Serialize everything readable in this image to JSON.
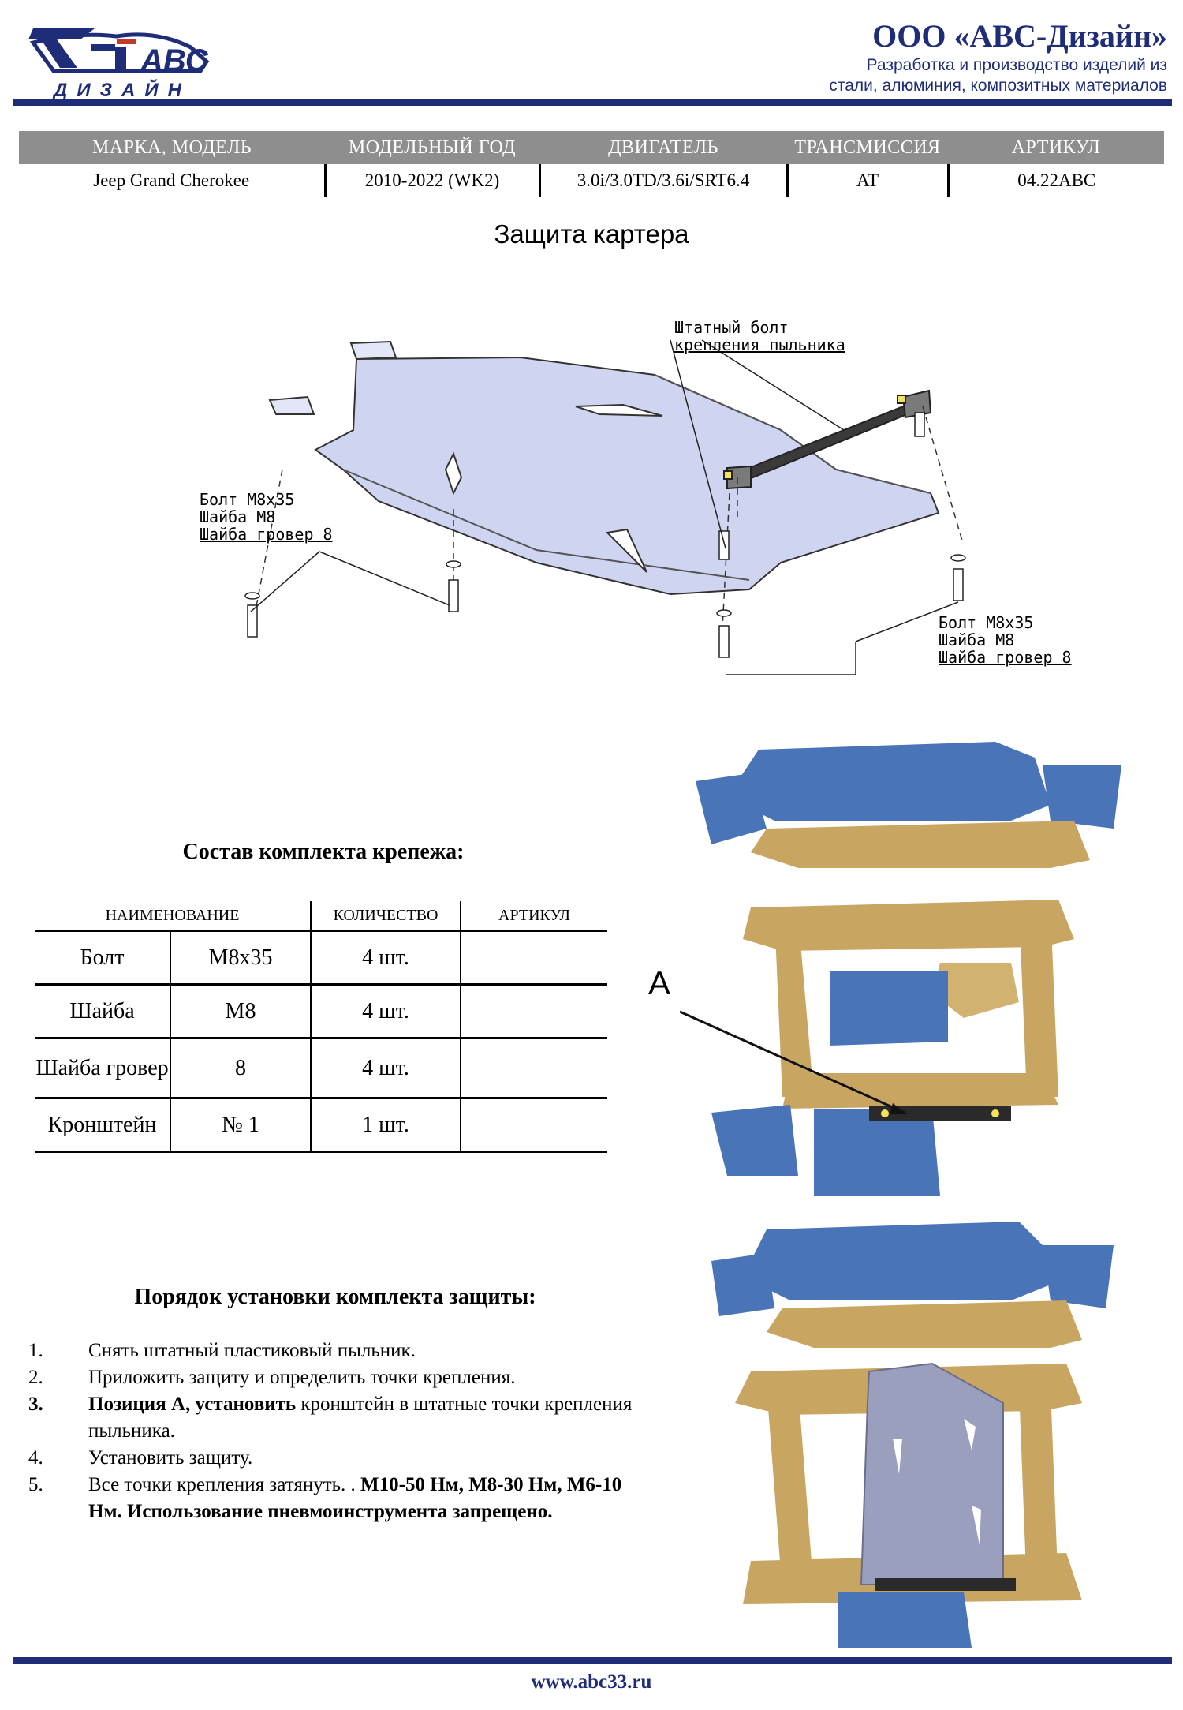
{
  "header": {
    "logo_text": "АВС",
    "logo_subtext": "ДИЗАЙН",
    "company_name": "ООО «АВС-Дизайн»",
    "tagline_line1": "Разработка и производство изделий из",
    "tagline_line2": "стали, алюминия, композитных материалов"
  },
  "vehicle_table": {
    "headers": [
      "МАРКА, МОДЕЛЬ",
      "МОДЕЛЬНЫЙ ГОД",
      "ДВИГАТЕЛЬ",
      "ТРАНСМИССИЯ",
      "АРТИКУЛ"
    ],
    "row": [
      "Jeep Grand Cherokee",
      "2010-2022 (WK2)",
      "3.0i/3.0TD/3.6i/SRT6.4",
      "AT",
      "04.22ABC"
    ]
  },
  "title": "Защита картера",
  "diagram": {
    "callout_top_line1": "Штатный болт",
    "callout_top_line2": "крепления пыльника",
    "callout_left_line1": "Болт М8х35",
    "callout_left_line2": "Шайба М8",
    "callout_left_line3": "Шайба гровер 8",
    "callout_right_line1": "Болт М8х35",
    "callout_right_line2": "Шайба М8",
    "callout_right_line3": "Шайба гровер 8"
  },
  "scan_label": "A",
  "kit": {
    "heading": "Состав комплекта крепежа:",
    "headers": [
      "НАИМЕНОВАНИЕ",
      "КОЛИЧЕСТВО",
      "АРТИКУЛ"
    ],
    "rows": [
      {
        "name": "Болт",
        "size": "М8х35",
        "qty": "4 шт.",
        "article": ""
      },
      {
        "name": "Шайба",
        "size": "М8",
        "qty": "4 шт.",
        "article": ""
      },
      {
        "name": "Шайба гровер",
        "size": "8",
        "qty": "4 шт.",
        "article": ""
      },
      {
        "name": "Кронштейн",
        "size": "№ 1",
        "qty": "1 шт.",
        "article": ""
      }
    ]
  },
  "procedure": {
    "heading": "Порядок установки комплекта защиты:",
    "steps": [
      {
        "num": "1.",
        "text": "Снять штатный пластиковый пыльник."
      },
      {
        "num": "2.",
        "text": "Приложить защиту и определить точки крепления."
      },
      {
        "num": "3.",
        "bold": "Позиция А, установить",
        "text": " кронштейн в штатные точки крепления пыльника."
      },
      {
        "num": "4.",
        "text": "Установить защиту."
      },
      {
        "num": "5.",
        "text": "Все точки крепления затянуть. . ",
        "bold": "М10-50 Нм, М8-30 Нм, М6-10 Нм. Использование пневмоинструмента запрещено."
      }
    ]
  },
  "footer": {
    "url": "www.abc33.ru"
  },
  "colors": {
    "brand": "#1f2d78",
    "plate": "#cfd4f0",
    "frame_gold": "#c9a562",
    "frame_blue": "#4a74b8"
  }
}
